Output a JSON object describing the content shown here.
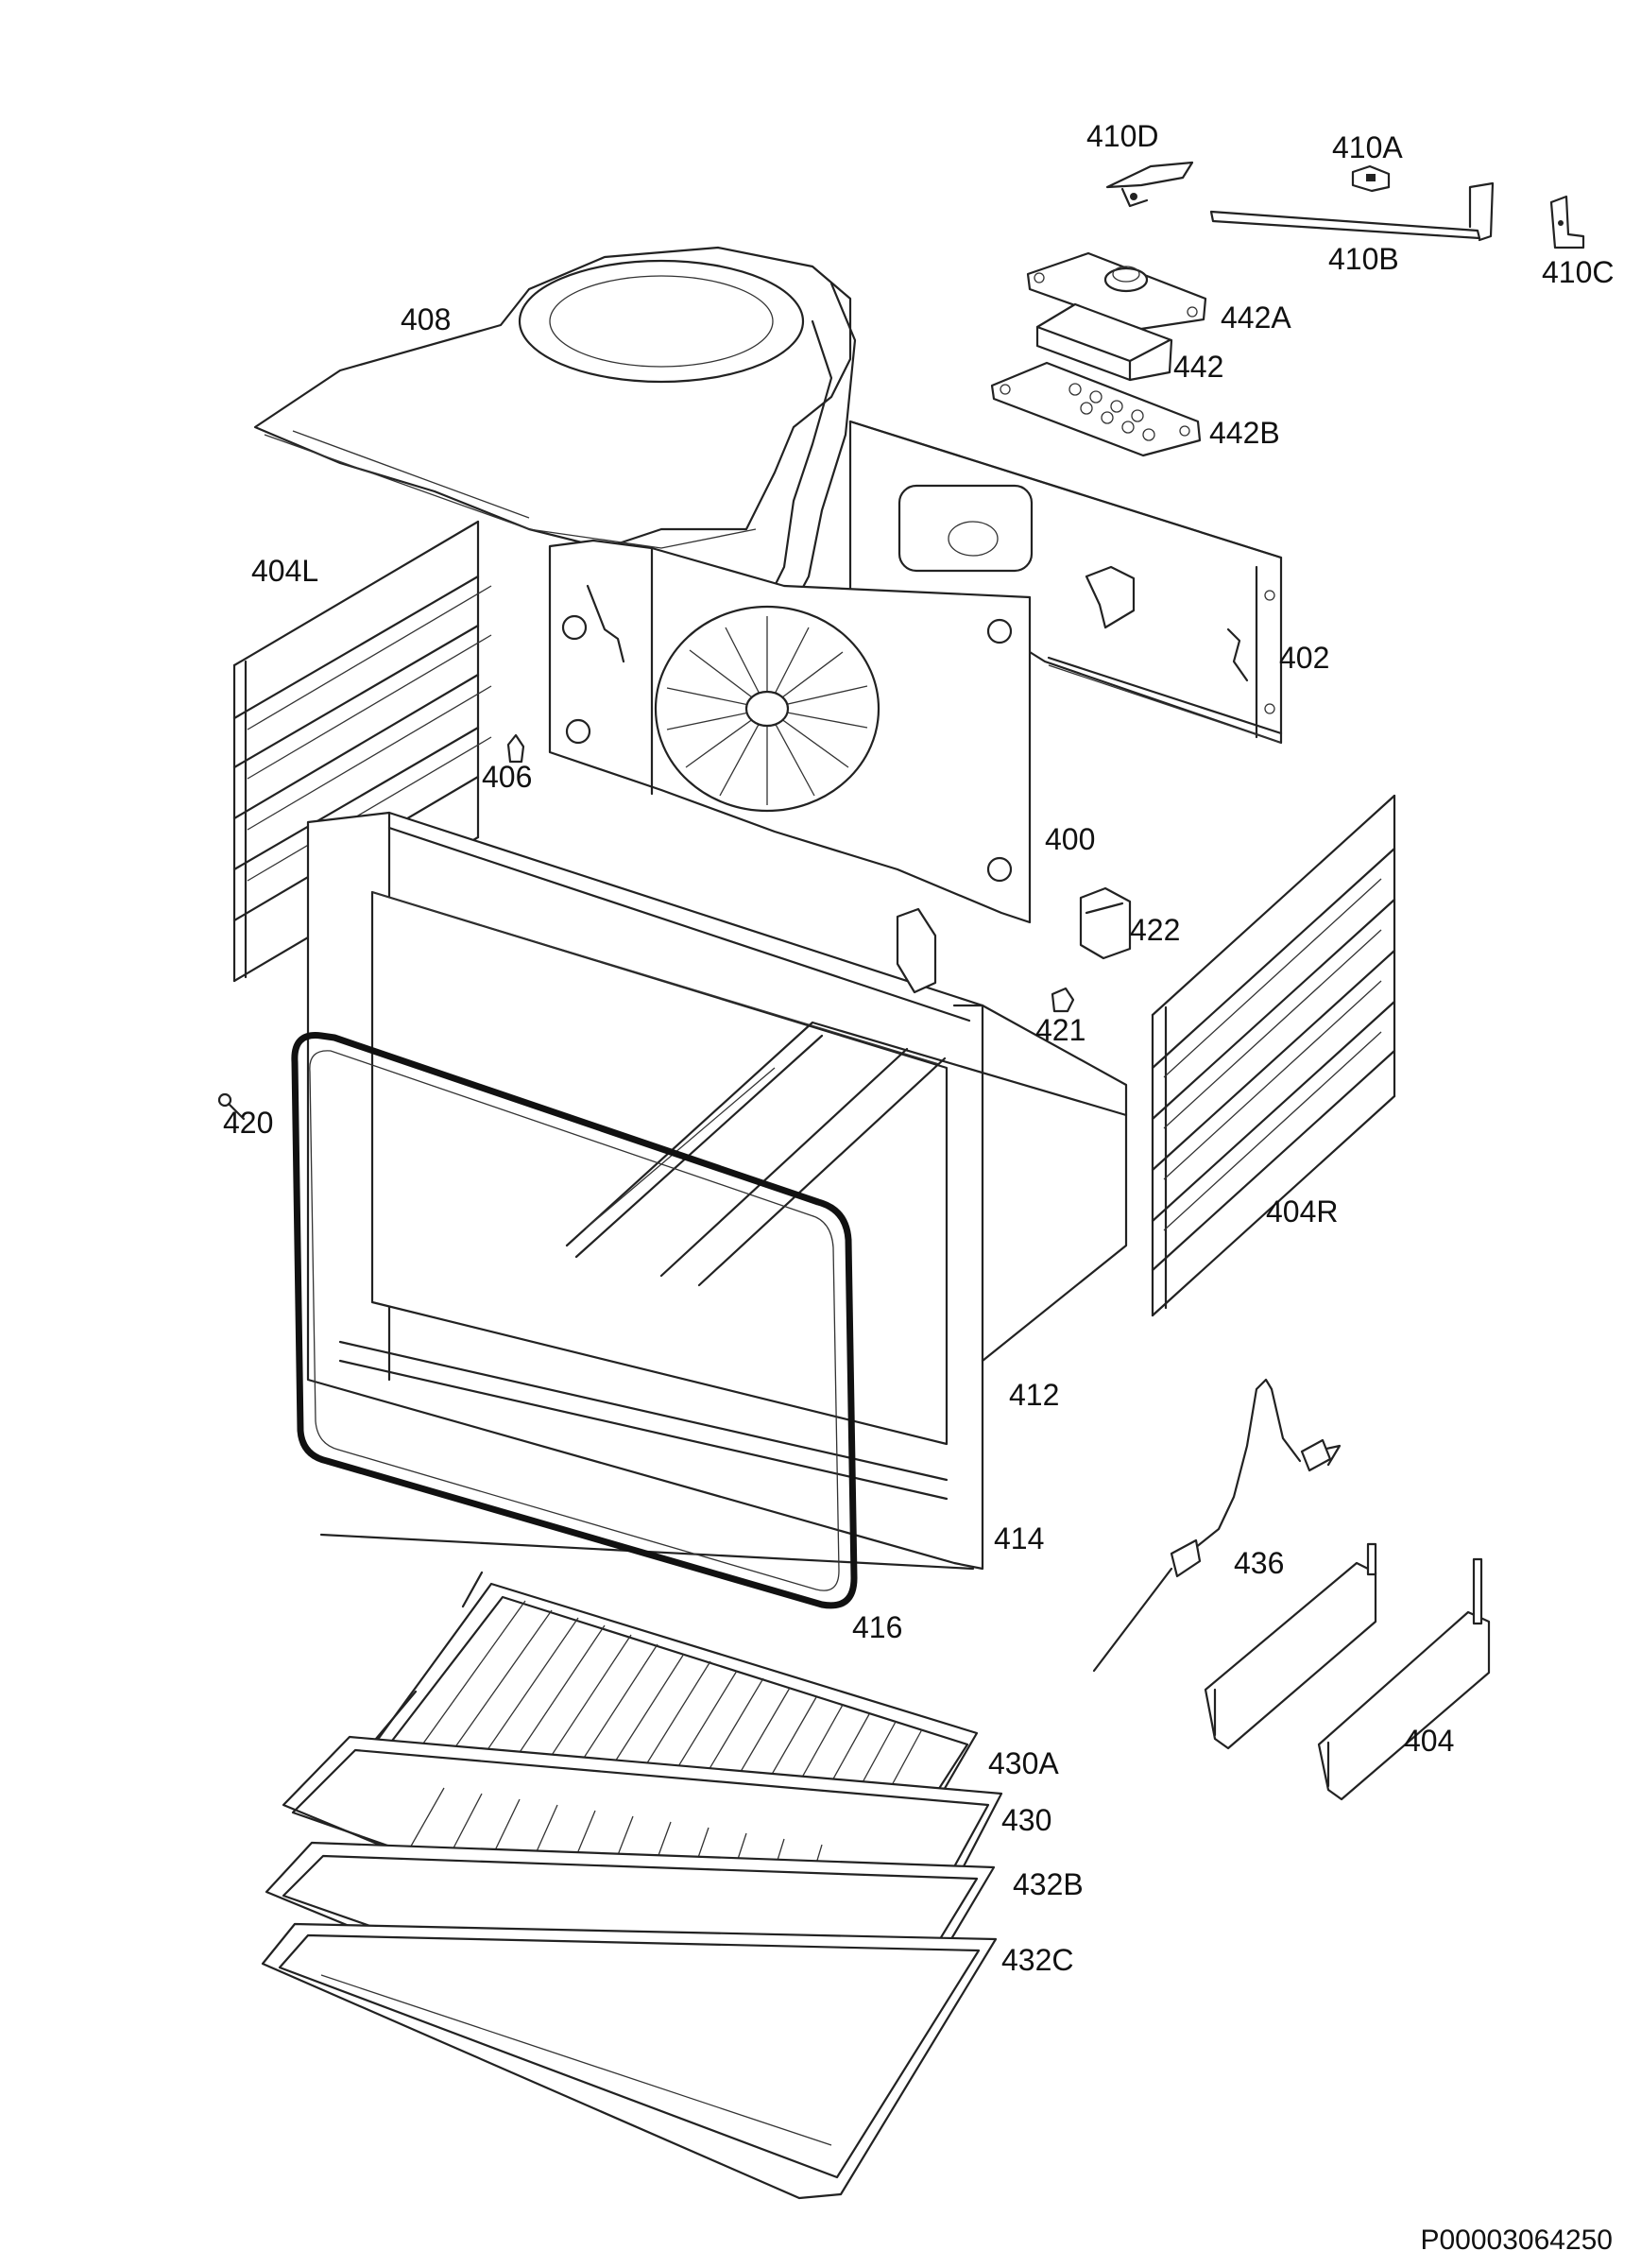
{
  "diagram": {
    "parts": [
      {
        "id": "410D",
        "label": "410D"
      },
      {
        "id": "410A",
        "label": "410A"
      },
      {
        "id": "410B",
        "label": "410B"
      },
      {
        "id": "410C",
        "label": "410C"
      },
      {
        "id": "408",
        "label": "408"
      },
      {
        "id": "442A",
        "label": "442A"
      },
      {
        "id": "442",
        "label": "442"
      },
      {
        "id": "442B",
        "label": "442B"
      },
      {
        "id": "404L",
        "label": "404L"
      },
      {
        "id": "402",
        "label": "402"
      },
      {
        "id": "406",
        "label": "406"
      },
      {
        "id": "400",
        "label": "400"
      },
      {
        "id": "422",
        "label": "422"
      },
      {
        "id": "421",
        "label": "421"
      },
      {
        "id": "420",
        "label": "420"
      },
      {
        "id": "404R",
        "label": "404R"
      },
      {
        "id": "412",
        "label": "412"
      },
      {
        "id": "414",
        "label": "414"
      },
      {
        "id": "436",
        "label": "436"
      },
      {
        "id": "416",
        "label": "416"
      },
      {
        "id": "404",
        "label": "404"
      },
      {
        "id": "430A",
        "label": "430A"
      },
      {
        "id": "430",
        "label": "430"
      },
      {
        "id": "432B",
        "label": "432B"
      },
      {
        "id": "432C",
        "label": "432C"
      }
    ],
    "document_id": "P00003064250"
  },
  "colors": {
    "line": "#222222",
    "background": "#ffffff"
  }
}
